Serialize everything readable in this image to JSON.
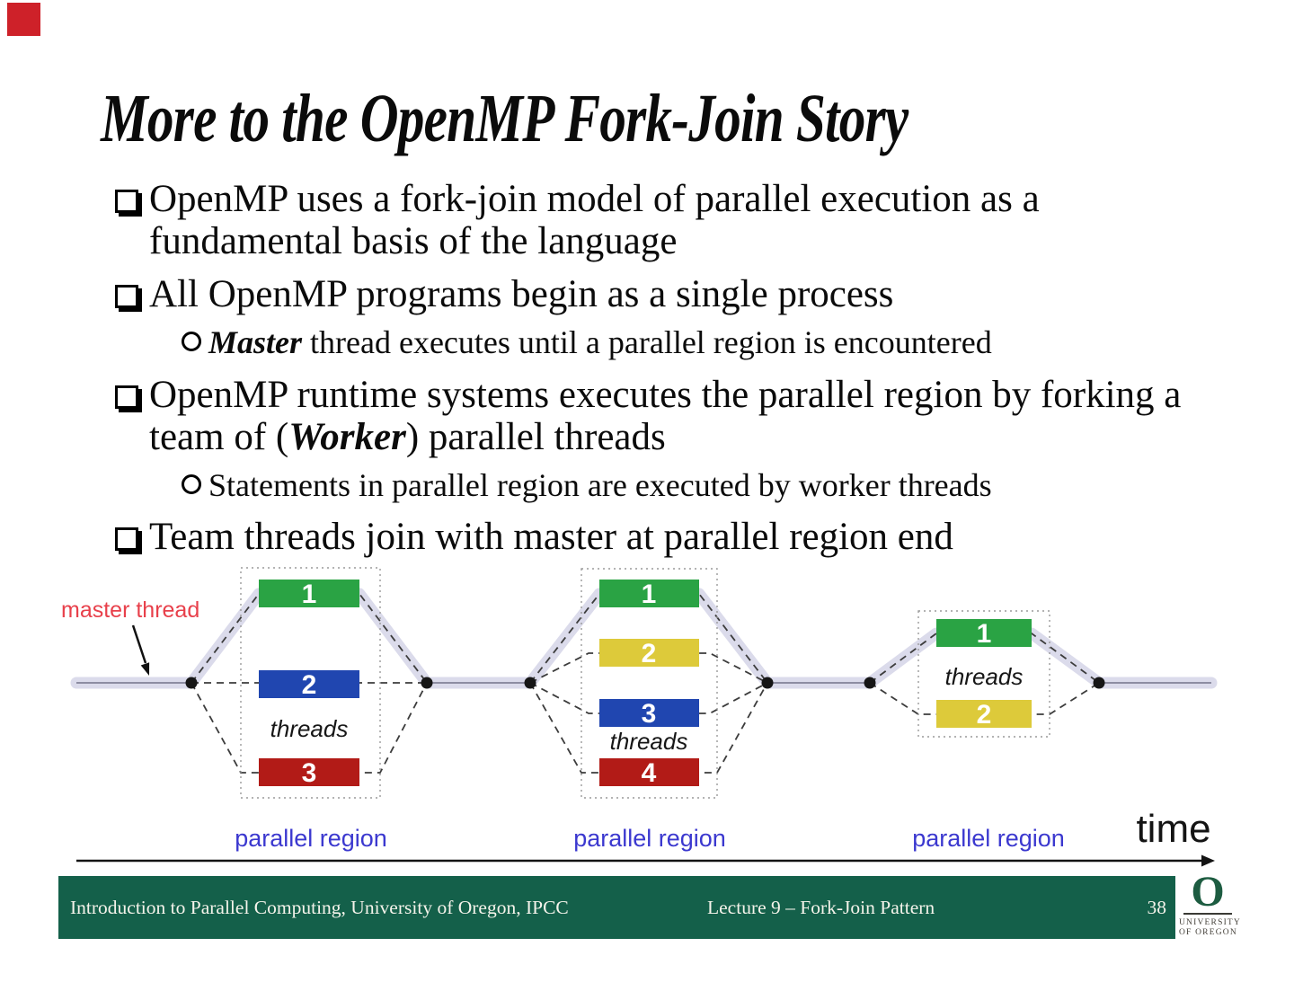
{
  "corner_marker": {
    "color": "#ce2129"
  },
  "title": "More to the OpenMP Fork-Join Story",
  "content": {
    "bullets": [
      {
        "level": 1,
        "segments": [
          {
            "text": "OpenMP uses a fork-join model of parallel execution as a fundamental basis of the language",
            "emph": false
          }
        ]
      },
      {
        "level": 1,
        "segments": [
          {
            "text": "All OpenMP programs begin as a single process",
            "emph": false
          }
        ]
      },
      {
        "level": 2,
        "segments": [
          {
            "text": "Master",
            "emph": true
          },
          {
            "text": " thread executes until a parallel region is encountered",
            "emph": false
          }
        ]
      },
      {
        "level": 1,
        "segments": [
          {
            "text": "OpenMP runtime systems executes the parallel region by forking a team of (",
            "emph": false
          },
          {
            "text": "Worker",
            "emph": true
          },
          {
            "text": ") parallel threads",
            "emph": false
          }
        ]
      },
      {
        "level": 2,
        "segments": [
          {
            "text": "Statements in parallel region are executed by worker threads",
            "emph": false
          }
        ]
      },
      {
        "level": 1,
        "segments": [
          {
            "text": "Team threads join with master at parallel region end",
            "emph": false
          }
        ]
      }
    ]
  },
  "diagram": {
    "master_label": "master thread",
    "time_label": "time",
    "colors": {
      "green": "#2aa344",
      "yellow": "#ddca3a",
      "blue": "#2046b0",
      "red": "#b21b17",
      "master_line": "#dbdbeb",
      "master_label_red": "#e8404b",
      "region_label_blue": "#3b38cf"
    },
    "regions": [
      {
        "label": "parallel region",
        "threads": "threads",
        "boxes": [
          "1",
          "2",
          "3"
        ]
      },
      {
        "label": "parallel region",
        "threads": "threads",
        "boxes": [
          "1",
          "2",
          "3",
          "4"
        ]
      },
      {
        "label": "parallel region",
        "threads": "threads",
        "boxes": [
          "1",
          "2"
        ]
      }
    ]
  },
  "footer": {
    "left": "Introduction to Parallel Computing, University of Oregon, IPCC",
    "center": "Lecture 9 – Fork-Join Pattern",
    "page": "38",
    "logo": {
      "letter": "O",
      "line1": "UNIVERSITY",
      "line2": "OF OREGON"
    }
  }
}
